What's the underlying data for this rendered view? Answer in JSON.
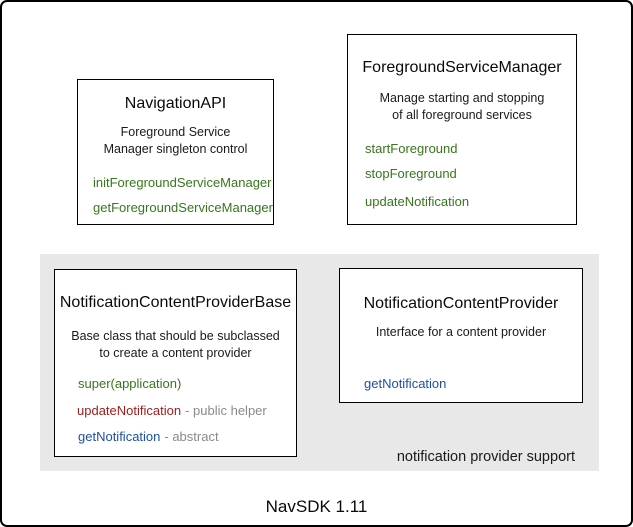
{
  "page": {
    "footer": "NavSDK 1.11"
  },
  "colors": {
    "method_green": "#38761d",
    "method_red": "#a02020",
    "method_blue": "#1d50a5",
    "annotation_gray": "#8a8a8a",
    "group_background": "#e8e8e8",
    "box_border": "#000000"
  },
  "boxes": [
    {
      "title": "NavigationAPI",
      "desc": [
        "Foreground Service",
        "Manager singleton control"
      ],
      "methods": [
        {
          "name": "initForegroundServiceManager"
        },
        {
          "name": "getForegroundServiceManager"
        }
      ]
    },
    {
      "title": "ForegroundServiceManager",
      "desc": [
        "Manage starting and stopping",
        "of all foreground services"
      ],
      "methods": [
        {
          "name": "startForeground"
        },
        {
          "name": "stopForeground"
        },
        {
          "name": "updateNotification"
        }
      ]
    },
    {
      "title": "NotificationContentProviderBase",
      "desc": [
        "Base class that should be subclassed",
        "to create a content provider"
      ],
      "methods": [
        {
          "name": "super(application)"
        },
        {
          "name": "updateNotification",
          "suffix": "- public helper"
        },
        {
          "name": "getNotification",
          "suffix": "- abstract"
        }
      ]
    },
    {
      "title": "NotificationContentProvider",
      "desc": [
        "Interface for a content provider"
      ],
      "methods": [
        {
          "name": "getNotification"
        }
      ]
    }
  ],
  "group": {
    "label": "notification provider support"
  }
}
